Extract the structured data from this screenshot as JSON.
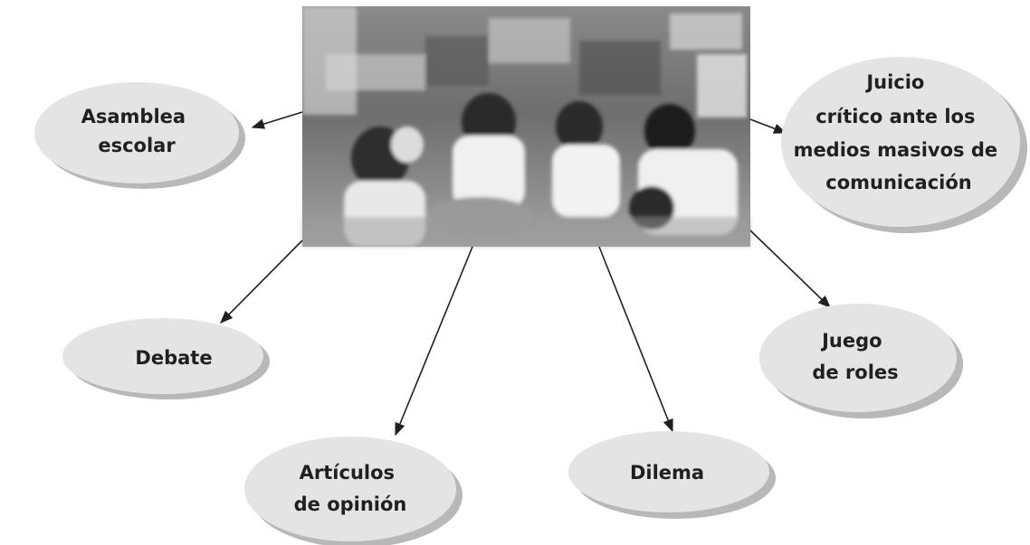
{
  "center": {
    "photo_name": "students-discussion-photo",
    "description_icon": "classroom-photo-icon"
  },
  "nodes": [
    {
      "id": "asamblea",
      "lines": [
        "Asamblea",
        "escolar"
      ]
    },
    {
      "id": "juicio",
      "lines": [
        "Juicio",
        "crítico ante los",
        "medios masivos de",
        "comunicación"
      ]
    },
    {
      "id": "debate",
      "lines": [
        "Debate"
      ]
    },
    {
      "id": "juego",
      "lines": [
        "Juego",
        "de roles"
      ]
    },
    {
      "id": "articulos",
      "lines": [
        "Artículos",
        "de opinión"
      ]
    },
    {
      "id": "dilema",
      "lines": [
        "Dilema"
      ]
    }
  ],
  "colors": {
    "ellipse_fill": "#e4e4e4",
    "ellipse_shadow": "#b8b8b8",
    "text": "#231f20",
    "arrow": "#231f20"
  }
}
